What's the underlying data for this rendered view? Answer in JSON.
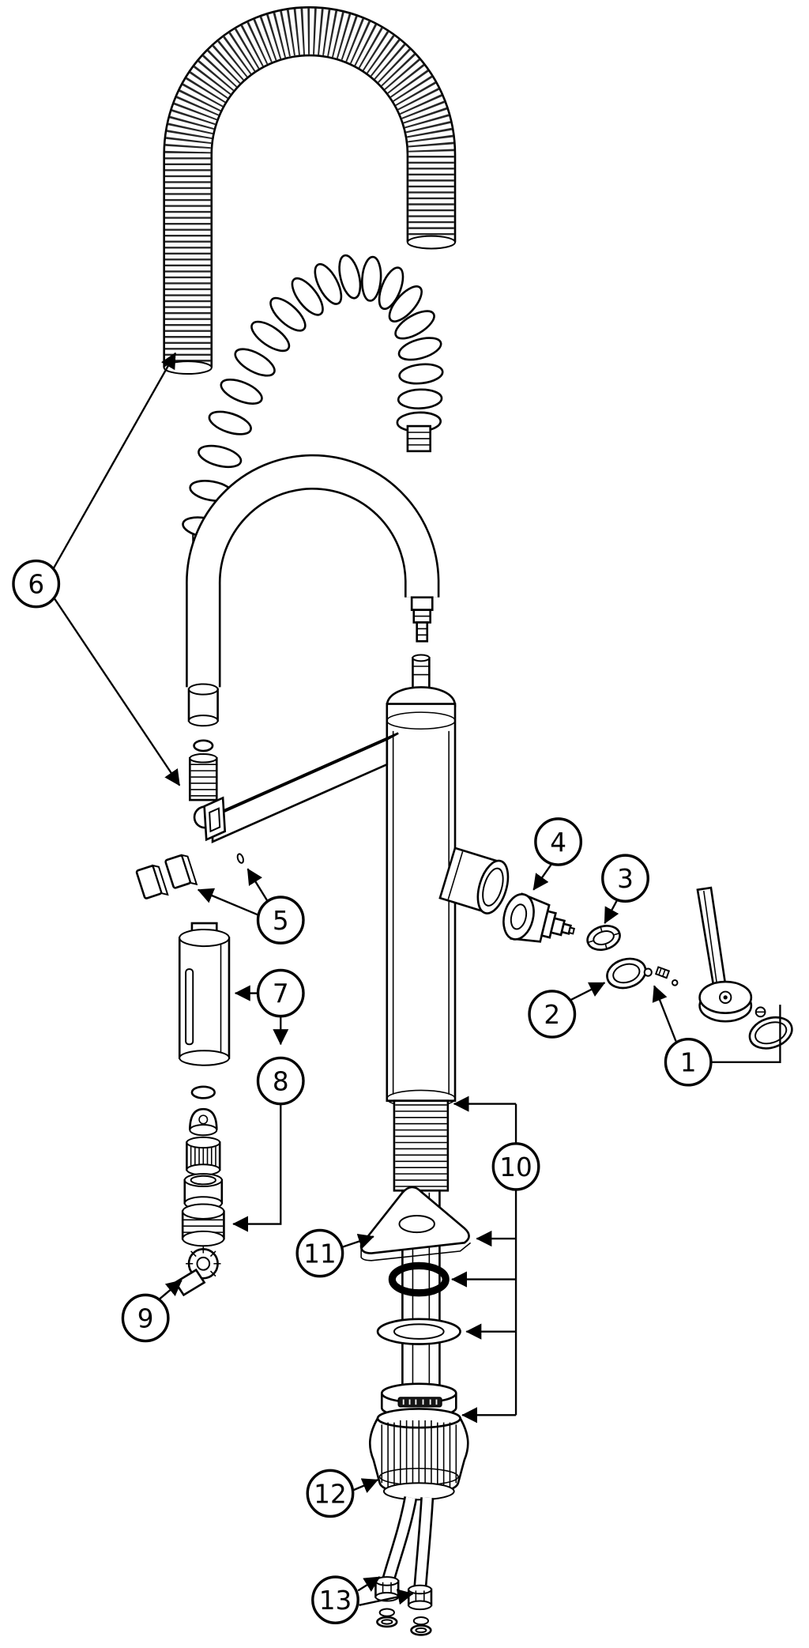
{
  "diagram": {
    "type": "exploded-parts-diagram",
    "callouts": [
      {
        "number": "1"
      },
      {
        "number": "2"
      },
      {
        "number": "3"
      },
      {
        "number": "4"
      },
      {
        "number": "5"
      },
      {
        "number": "6"
      },
      {
        "number": "7"
      },
      {
        "number": "8"
      },
      {
        "number": "9"
      },
      {
        "number": "10"
      },
      {
        "number": "11"
      },
      {
        "number": "12"
      },
      {
        "number": "13"
      }
    ]
  }
}
